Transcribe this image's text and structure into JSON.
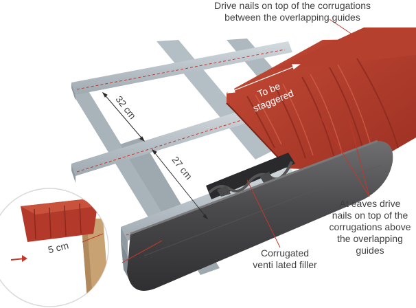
{
  "labels": {
    "top_line1": "Drive nails on top of the corrugations",
    "top_line2": "between the overlapping guides",
    "stagger_line1": "To be",
    "stagger_line2": "staggered",
    "dim_32": "32 cm",
    "dim_27": "27 cm",
    "dim_5": "5 cm",
    "filler_line1": "Corrugated",
    "filler_line2": "venti lated  filler",
    "eaves_line1": "At eaves drive",
    "eaves_line2": "nails on top of the",
    "eaves_line3": "corrugations above",
    "eaves_line4": "the overlapping",
    "eaves_line5": "guides"
  },
  "colors": {
    "tile": "#b33a2a",
    "tile_dark": "#8e2b1f",
    "tile_light": "#c9523d",
    "batten": "#b9c3ca",
    "batten_dark": "#8f9aa2",
    "gutter": "#4b4b4d",
    "gutter_light": "#6c6c6e",
    "leader": "#c0392b",
    "timber": "#c9a273",
    "text": "#3f3f3f"
  }
}
